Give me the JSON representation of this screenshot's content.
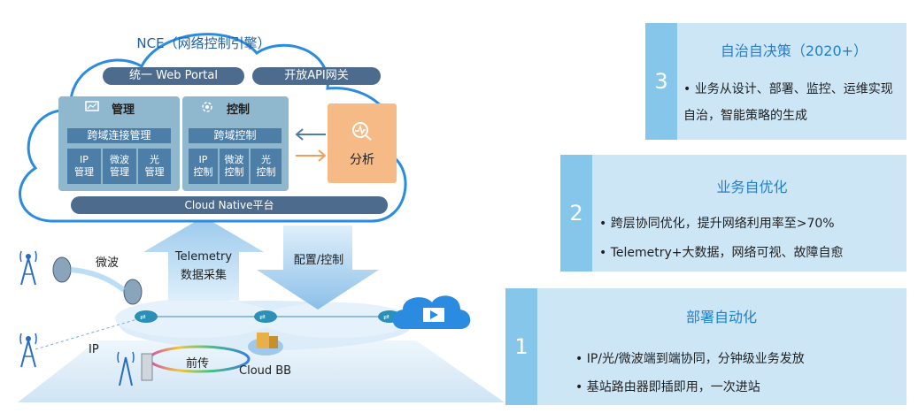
{
  "cloud": {
    "title": "NCE（网络控制引擎）",
    "portal": "统一 Web Portal",
    "api": "开放API网关",
    "mgmt": {
      "title": "管理",
      "bar": "跨域连接管理",
      "cells": [
        "IP\n管理",
        "微波\n管理",
        "光\n管理"
      ]
    },
    "ctrl": {
      "title": "控制",
      "bar": "跨域控制",
      "cells": [
        "IP\n控制",
        "微波\n控制",
        "光\n控制"
      ]
    },
    "analysis": "分析",
    "native": "Cloud  Native平台"
  },
  "arrows": {
    "up_line1": "Telemetry",
    "up_line2": "数据采集",
    "down": "配置/控制"
  },
  "network": {
    "microwave": "微波",
    "ip": "IP",
    "fronthaul": "前传",
    "cloud_bb": "Cloud BB"
  },
  "stages": [
    {
      "num": "3",
      "title": "自治自决策（2020+）",
      "bullets": [
        "业务从设计、部署、监控、运维实现自治，智能策略的生成"
      ]
    },
    {
      "num": "2",
      "title": "业务自优化",
      "bullets": [
        "跨层协同优化，提升网络利用率至>70%",
        "Telemetry+大数据，网络可视、故障自愈"
      ]
    },
    {
      "num": "1",
      "title": "部署自动化",
      "bullets": [
        "IP/光/微波端到端协同，分钟级业务发放",
        "基站路由器即插即用，一次进站"
      ]
    }
  ],
  "colors": {
    "cloud_outline": "#2a8be0",
    "pill": "#4d6b8c",
    "panel": "#8fb8cf",
    "cell": "#4d7ea8",
    "analysis": "#f5ba86",
    "card_bg": "#cde6f6",
    "card_num": "#86c6ea",
    "title_blue": "#1f7fd0"
  }
}
